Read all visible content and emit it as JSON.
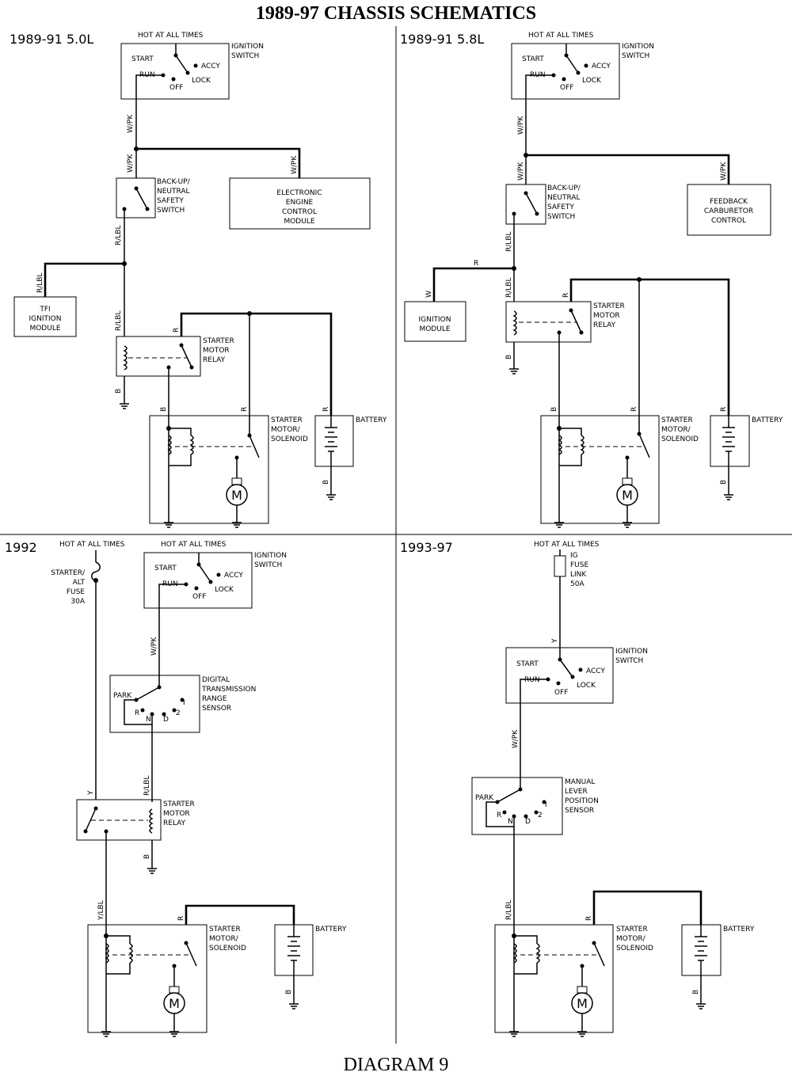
{
  "title": "1989-97 CHASSIS SCHEMATICS",
  "footer": "DIAGRAM 9",
  "q1": {
    "label": "1989-91 5.0L",
    "hot": "HOT AT ALL TIMES",
    "ign": [
      "IGNITION",
      "SWITCH"
    ],
    "start": "START",
    "run": "RUN",
    "off": "OFF",
    "accy": "ACCY",
    "lock": "LOCK",
    "wire_wpk1": "W/PK",
    "wire_wpk2": "W/PK",
    "wire_wpk3": "W/PK",
    "backup": [
      "BACK-UP/",
      "NEUTRAL",
      "SAFETY",
      "SWITCH"
    ],
    "ecm": [
      "ELECTRONIC",
      "ENGINE",
      "CONTROL",
      "MODULE"
    ],
    "wire_rlbl1": "R/LBL",
    "wire_rlbl2": "R/LBL",
    "wire_rlbl3": "R/LBL",
    "tfi": [
      "TFI",
      "IGNITION",
      "MODULE"
    ],
    "wire_r1": "R",
    "relay": [
      "STARTER",
      "MOTOR",
      "RELAY"
    ],
    "wire_b1": "B",
    "wire_b2": "B",
    "wire_r2": "R",
    "wire_r3": "R",
    "wire_b3": "B",
    "solenoid": [
      "STARTER",
      "MOTOR/",
      "SOLENOID"
    ],
    "battery": "BATTERY",
    "motor": "M"
  },
  "q2": {
    "label": "1989-91 5.8L",
    "hot": "HOT AT ALL TIMES",
    "ign": [
      "IGNITION",
      "SWITCH"
    ],
    "start": "START",
    "run": "RUN",
    "off": "OFF",
    "accy": "ACCY",
    "lock": "LOCK",
    "wire_wpk1": "W/PK",
    "wire_wpk2": "W/PK",
    "wire_wpk3": "W/PK",
    "backup": [
      "BACK-UP/",
      "NEUTRAL",
      "SAFETY",
      "SWITCH"
    ],
    "fbc": [
      "FEEDBACK",
      "CARBURETOR",
      "CONTROL"
    ],
    "wire_rlbl1": "R/LBL",
    "wire_rlbl2": "R/LBL",
    "wire_r1": "R",
    "wire_w": "W",
    "ignmod": [
      "IGNITION",
      "MODULE"
    ],
    "wire_r2": "R",
    "relay": [
      "STARTER",
      "MOTOR",
      "RELAY"
    ],
    "wire_b1": "B",
    "wire_b2": "B",
    "wire_r3": "R",
    "wire_r4": "R",
    "wire_b3": "B",
    "solenoid": [
      "STARTER",
      "MOTOR/",
      "SOLENOID"
    ],
    "battery": "BATTERY",
    "motor": "M"
  },
  "q3": {
    "label": "1992",
    "hot1": "HOT AT ALL TIMES",
    "hot2": "HOT AT ALL TIMES",
    "fuse": [
      "STARTER/",
      "ALT",
      "FUSE",
      "30A"
    ],
    "ign": [
      "IGNITION",
      "SWITCH"
    ],
    "start": "START",
    "run": "RUN",
    "off": "OFF",
    "accy": "ACCY",
    "lock": "LOCK",
    "wire_wpk": "W/PK",
    "dtr": [
      "DIGITAL",
      "TRANSMISSION",
      "RANGE",
      "SENSOR"
    ],
    "park": "PARK",
    "r": "R",
    "n": "N",
    "d": "D",
    "two": "2",
    "one": "I",
    "wire_y": "Y",
    "wire_rlbl": "R/LBL",
    "relay": [
      "STARTER",
      "MOTOR",
      "RELAY"
    ],
    "wire_b1": "B",
    "wire_ylbl": "Y/LBL",
    "wire_r": "R",
    "wire_b2": "B",
    "solenoid": [
      "STARTER",
      "MOTOR/",
      "SOLENOID"
    ],
    "battery": "BATTERY",
    "motor": "M"
  },
  "q4": {
    "label": "1993-97",
    "hot": "HOT AT ALL TIMES",
    "fuse": [
      "IG",
      "FUSE",
      "LINK",
      "50A"
    ],
    "wire_y": "Y",
    "ign": [
      "IGNITION",
      "SWITCH"
    ],
    "start": "START",
    "run": "RUN",
    "off": "OFF",
    "accy": "ACCY",
    "lock": "LOCK",
    "wire_wpk": "W/PK",
    "mlp": [
      "MANUAL",
      "LEVER",
      "POSITION",
      "SENSOR"
    ],
    "park": "PARK",
    "r": "R",
    "n": "N",
    "d": "D",
    "two": "2",
    "one": "I",
    "wire_rlbl": "R/LBL",
    "wire_r": "R",
    "wire_b": "B",
    "solenoid": [
      "STARTER",
      "MOTOR/",
      "SOLENOID"
    ],
    "battery": "BATTERY",
    "motor": "M"
  }
}
